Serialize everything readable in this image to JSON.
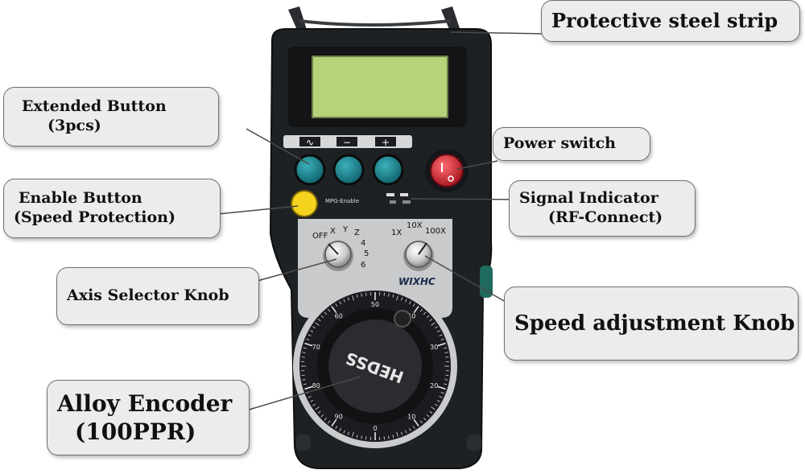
{
  "callouts": {
    "steel_strip": {
      "lines": [
        "Protective steel strip"
      ]
    },
    "extended_button": {
      "lines": [
        "Extended Button",
        "(3pcs)"
      ]
    },
    "power_switch": {
      "lines": [
        "Power switch"
      ]
    },
    "enable_button": {
      "lines": [
        "Enable Button",
        "(Speed Protection)"
      ]
    },
    "signal_indicator": {
      "lines": [
        "Signal Indicator",
        "(RF-Connect)"
      ]
    },
    "axis_selector": {
      "lines": [
        "Axis Selector Knob"
      ]
    },
    "speed_knob": {
      "lines": [
        "Speed adjustment Knob"
      ]
    },
    "encoder": {
      "lines": [
        "Alloy Encoder",
        "(100PPR)"
      ]
    }
  },
  "device": {
    "button_symbols": [
      "∿",
      "−",
      "+"
    ],
    "enable_label": "MPG-Enable",
    "axis_labels": [
      "OFF",
      "X",
      "Y",
      "Z",
      "4",
      "5",
      "6"
    ],
    "speed_labels": [
      "1X",
      "10X",
      "100X"
    ],
    "brand": "WIXHC",
    "wheel_brand": "HEDSS",
    "wheel_numbers": [
      "0",
      "10",
      "20",
      "30",
      "40",
      "50",
      "60",
      "70",
      "80",
      "90"
    ]
  },
  "colors": {
    "body": "#1e2124",
    "lcd": "#b6d37a",
    "button_teal": "#137a86",
    "enable_yellow": "#f3d31d",
    "power_red": "#d81f2a",
    "panel": "#c8cacc",
    "callout_bg": "#ececec"
  }
}
